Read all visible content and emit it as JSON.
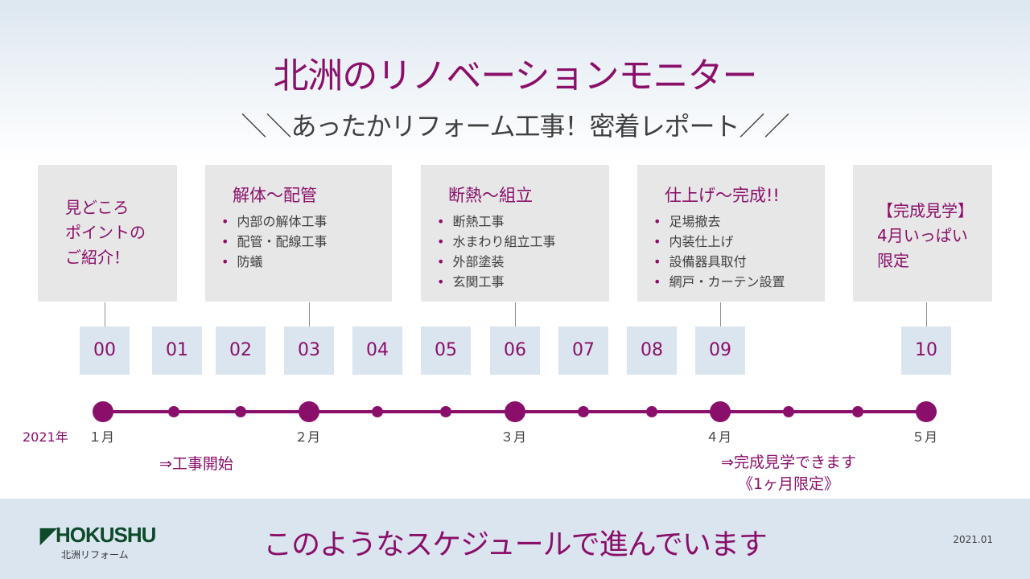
{
  "title": "北洲のリノベーションモニター",
  "subtitle": "＼＼あったかリフォーム工事！密着レポート／／",
  "boxes": [
    {
      "lines": [
        "見どころ",
        "ポイントの",
        "ご紹介！"
      ]
    },
    {
      "heading": "解体〜配管",
      "items": [
        "内部の解体工事",
        "配管・配線工事",
        "防蟻"
      ]
    },
    {
      "heading": "断熱〜組立",
      "items": [
        "断熱工事",
        "水まわり組立工事",
        "外部塗装",
        "玄関工事"
      ]
    },
    {
      "heading": "仕上げ〜完成!!",
      "items": [
        "足場撤去",
        "内装仕上げ",
        "設備器具取付",
        "網戸・カーテン設置"
      ]
    },
    {
      "lines": [
        "【完成見学】",
        "4月いっぱい",
        "限定"
      ]
    }
  ],
  "steps": [
    "00",
    "01",
    "02",
    "03",
    "04",
    "05",
    "06",
    "07",
    "08",
    "09",
    "10"
  ],
  "year": "2021年",
  "months": [
    "１月",
    "２月",
    "３月",
    "４月",
    "５月"
  ],
  "notes": {
    "start": "⇒工事開始",
    "visit": "⇒完成見学できます",
    "limit": "《1ヶ月限定》"
  },
  "footer": {
    "logo_en": "HOKUSHU",
    "logo_jp": "北洲リフォーム",
    "slogan": "このようなスケジュールで進んでいます",
    "date": "2021.01"
  },
  "colors": {
    "accent": "#8a0f6a",
    "box": "#e7e7e7",
    "band": "#dbe5ef"
  }
}
